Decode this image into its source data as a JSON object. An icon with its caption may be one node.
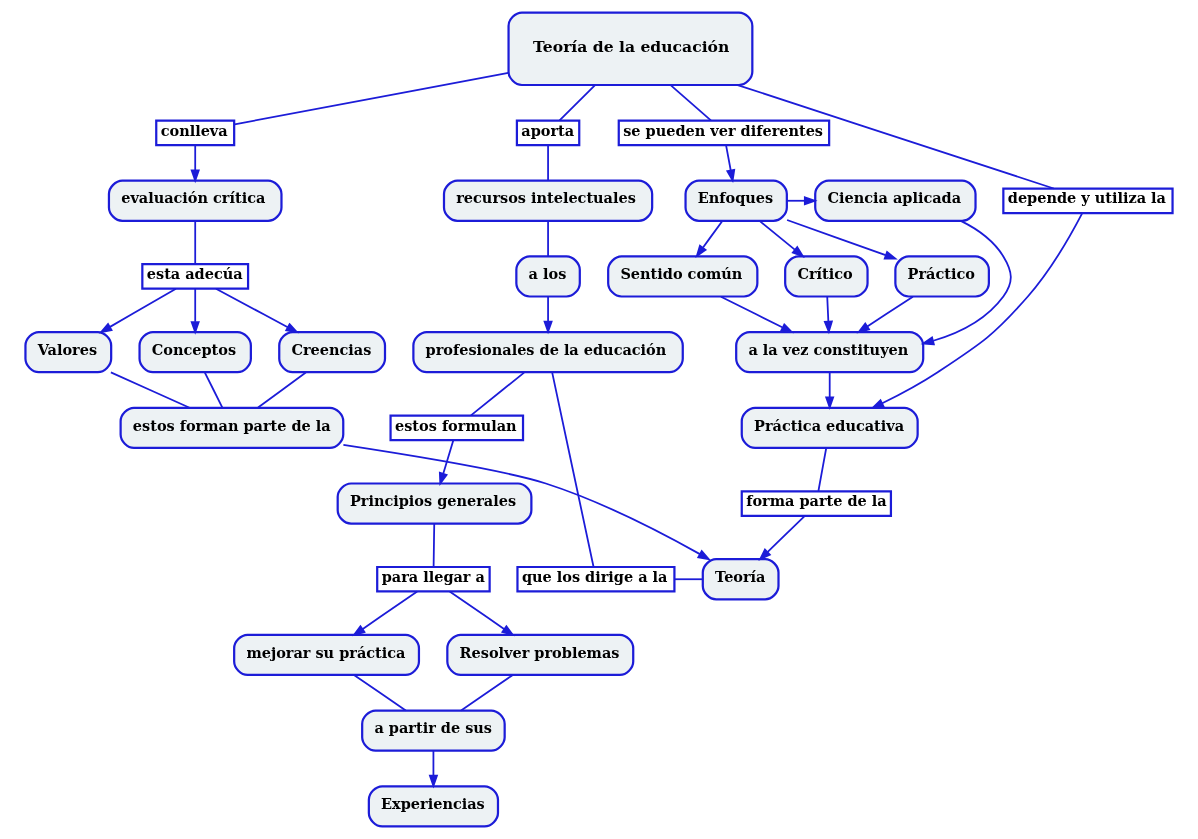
{
  "diagram": {
    "nodes": [
      {
        "text": [
          "Teoría de la educación"
        ]
      },
      {
        "text": [
          "conlleva"
        ]
      },
      {
        "text": [
          "evaluación crítica"
        ]
      },
      {
        "text": [
          "aporta"
        ]
      },
      {
        "text": [
          "recursos intelectuales"
        ]
      },
      {
        "text": [
          "se pueden ver diferentes"
        ]
      },
      {
        "text": [
          "depende y utiliza la"
        ]
      },
      {
        "text": [
          "Enfoques"
        ]
      },
      {
        "text": [
          "Ciencia aplicada"
        ]
      },
      {
        "text": [
          "esta adecúa"
        ]
      },
      {
        "text": [
          "a los"
        ]
      },
      {
        "text": [
          "Sentido común"
        ]
      },
      {
        "text": [
          "Crítico"
        ]
      },
      {
        "text": [
          "Práctico"
        ]
      },
      {
        "text": [
          "Valores"
        ]
      },
      {
        "text": [
          "Conceptos"
        ]
      },
      {
        "text": [
          "Creencias"
        ]
      },
      {
        "text": [
          "profesionales de la educación"
        ]
      },
      {
        "text": [
          "a la vez constituyen"
        ]
      },
      {
        "text": [
          "estos forman parte de la"
        ]
      },
      {
        "text": [
          "estos formulan"
        ]
      },
      {
        "text": [
          "Práctica educativa"
        ]
      },
      {
        "text": [
          "que los dirige a la"
        ]
      },
      {
        "text": [
          "Teoría"
        ]
      },
      {
        "text": [
          "Principios generales"
        ]
      },
      {
        "text": [
          "forma parte de la"
        ]
      },
      {
        "text": [
          "para llegar a"
        ]
      },
      {
        "text": [
          "mejorar su práctica"
        ]
      },
      {
        "text": [
          "Resolver problemas"
        ]
      },
      {
        "text": [
          "a partir de sus"
        ]
      },
      {
        "text": [
          "Experiencias"
        ]
      }
    ],
    "edges": [
      {
        "from": 0,
        "to": 1,
        "arrow": "none"
      },
      {
        "from": 1,
        "to": 2,
        "arrow": "to"
      },
      {
        "from": 0,
        "to": 3,
        "arrow": "none"
      },
      {
        "from": 3,
        "to": 4,
        "arrow": "none"
      },
      {
        "from": 4,
        "to": 10,
        "arrow": "none"
      },
      {
        "from": 10,
        "to": 17,
        "arrow": "to"
      },
      {
        "from": 0,
        "to": 5,
        "arrow": "none"
      },
      {
        "from": 5,
        "to": 7,
        "arrow": "to"
      },
      {
        "from": 0,
        "to": 6,
        "arrow": "none"
      },
      {
        "from": 6,
        "to": 21,
        "arrow": "to"
      },
      {
        "from": 7,
        "to": 8,
        "arrow": "to"
      },
      {
        "from": 7,
        "to": 11,
        "arrow": "to"
      },
      {
        "from": 7,
        "to": 12,
        "arrow": "to"
      },
      {
        "from": 7,
        "to": 13,
        "arrow": "to"
      },
      {
        "from": 11,
        "to": 18,
        "arrow": "to"
      },
      {
        "from": 12,
        "to": 18,
        "arrow": "to"
      },
      {
        "from": 13,
        "to": 18,
        "arrow": "to"
      },
      {
        "from": 8,
        "to": 18,
        "arrow": "to"
      },
      {
        "from": 18,
        "to": 21,
        "arrow": "to"
      },
      {
        "from": 2,
        "to": 9,
        "arrow": "none"
      },
      {
        "from": 9,
        "to": 14,
        "arrow": "to"
      },
      {
        "from": 9,
        "to": 15,
        "arrow": "to"
      },
      {
        "from": 9,
        "to": 16,
        "arrow": "to"
      },
      {
        "from": 14,
        "to": 19,
        "arrow": "none"
      },
      {
        "from": 15,
        "to": 19,
        "arrow": "none"
      },
      {
        "from": 16,
        "to": 19,
        "arrow": "none"
      },
      {
        "from": 19,
        "to": 23,
        "arrow": "to"
      },
      {
        "from": 17,
        "to": 20,
        "arrow": "none"
      },
      {
        "from": 20,
        "to": 24,
        "arrow": "to"
      },
      {
        "from": 17,
        "to": 22,
        "arrow": "none"
      },
      {
        "from": 22,
        "to": 23,
        "arrow": "none"
      },
      {
        "from": 21,
        "to": 25,
        "arrow": "none"
      },
      {
        "from": 25,
        "to": 23,
        "arrow": "to"
      },
      {
        "from": 24,
        "to": 26,
        "arrow": "none"
      },
      {
        "from": 26,
        "to": 27,
        "arrow": "to"
      },
      {
        "from": 26,
        "to": 28,
        "arrow": "to"
      },
      {
        "from": 27,
        "to": 29,
        "arrow": "none"
      },
      {
        "from": 28,
        "to": 29,
        "arrow": "none"
      },
      {
        "from": 29,
        "to": 30,
        "arrow": "to"
      }
    ]
  }
}
